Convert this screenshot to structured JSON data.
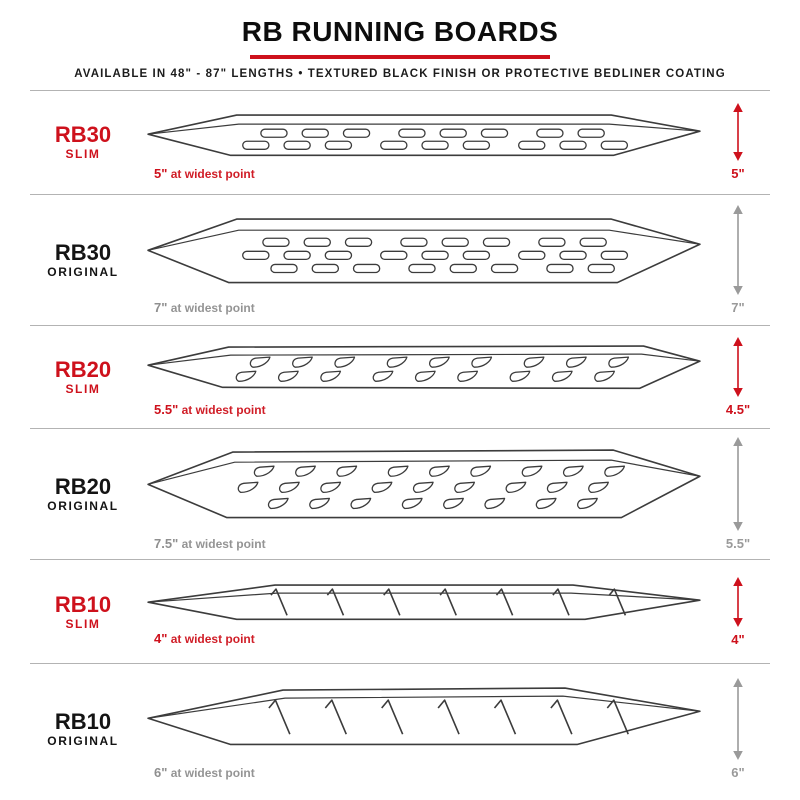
{
  "header": {
    "title": "RB RUNNING BOARDS",
    "subtitle": "AVAILABLE IN 48\" - 87\" LENGTHS   •   TEXTURED BLACK FINISH OR PROTECTIVE BEDLINER COATING"
  },
  "colors": {
    "accent_red": "#ce111c",
    "muted_gray": "#8f8f8f",
    "line_gray": "#b3b3b3",
    "drawing_stroke": "#3c3c3c"
  },
  "rows": [
    {
      "model": "RB30",
      "variant": "SLIM",
      "width_value": "5\"",
      "width_suffix": " at widest point",
      "height_label": "5\""
    },
    {
      "model": "RB30",
      "variant": "ORIGINAL",
      "width_value": "7\"",
      "width_suffix": " at widest point",
      "height_label": "7\""
    },
    {
      "model": "RB20",
      "variant": "SLIM",
      "width_value": "5.5\"",
      "width_suffix": " at widest point",
      "height_label": "4.5\""
    },
    {
      "model": "RB20",
      "variant": "ORIGINAL",
      "width_value": "7.5\"",
      "width_suffix": " at widest point",
      "height_label": "5.5\""
    },
    {
      "model": "RB10",
      "variant": "SLIM",
      "width_value": "4\"",
      "width_suffix": " at widest point",
      "height_label": "4\""
    },
    {
      "model": "RB10",
      "variant": "ORIGINAL",
      "width_value": "6\"",
      "width_suffix": " at widest point",
      "height_label": "6\""
    }
  ]
}
